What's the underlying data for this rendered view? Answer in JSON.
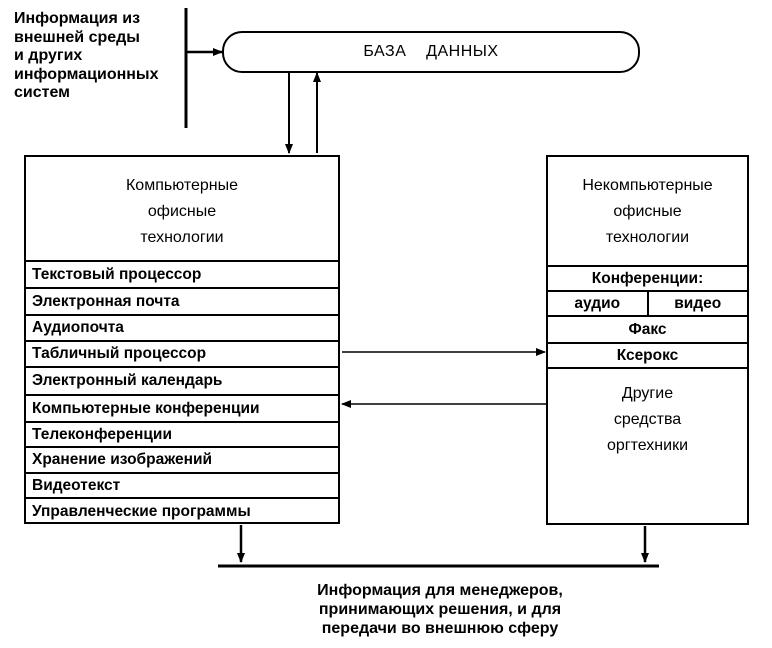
{
  "external_source": {
    "lines": [
      "Информация из",
      "внешней среды",
      "и других",
      "информационных",
      "систем"
    ]
  },
  "database": {
    "label": "БАЗА    ДАННЫХ"
  },
  "computer_tech": {
    "title_lines": [
      "Компьютерные",
      "офисные",
      "технологии"
    ],
    "items": [
      "Текстовый процессор",
      "Электронная почта",
      "Аудиопочта",
      "Табличный процессор",
      "Электронный календарь",
      "Компьютерные конференции",
      "Телеконференции",
      "Хранение изображений",
      "Видеотекст",
      "Управленческие программы"
    ]
  },
  "noncomputer_tech": {
    "title_lines": [
      "Некомпьютерные",
      "офисные",
      "технологии"
    ],
    "conferences": {
      "label": "Конференции:",
      "audio": "аудио",
      "video": "видео"
    },
    "fax": "Факс",
    "xerox": "Ксерокс",
    "other_lines": [
      "Другие",
      "средства",
      "оргтехники"
    ]
  },
  "output": {
    "lines": [
      "Информация  для  менеджеров,",
      "принимающих  решения,  и  для",
      "передачи во внешнюю сферу"
    ]
  }
}
